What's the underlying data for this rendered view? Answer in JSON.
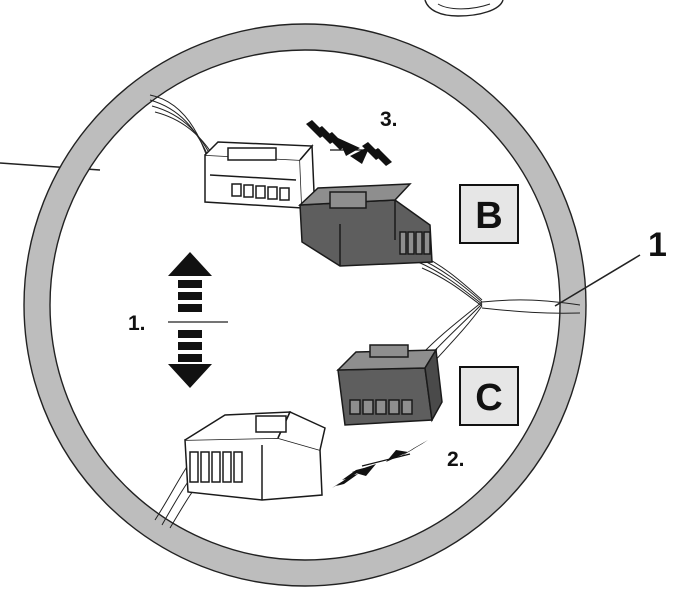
{
  "diagram": {
    "callout_number": "1",
    "step_labels": {
      "step1": "1.",
      "step2": "2.",
      "step3": "3."
    },
    "connector_labels": {
      "upper": "B",
      "lower": "C"
    },
    "colors": {
      "ring": "#bdbdbd",
      "label_box": "#e6e6e6",
      "connector_dark": "#5e5e5e",
      "connector_mid": "#8e8e8e",
      "connector_light": "#ffffff",
      "outline": "#1a1a1a"
    },
    "icons": [
      "double-arrow-vertical-icon",
      "converging-arrows-icon"
    ]
  }
}
